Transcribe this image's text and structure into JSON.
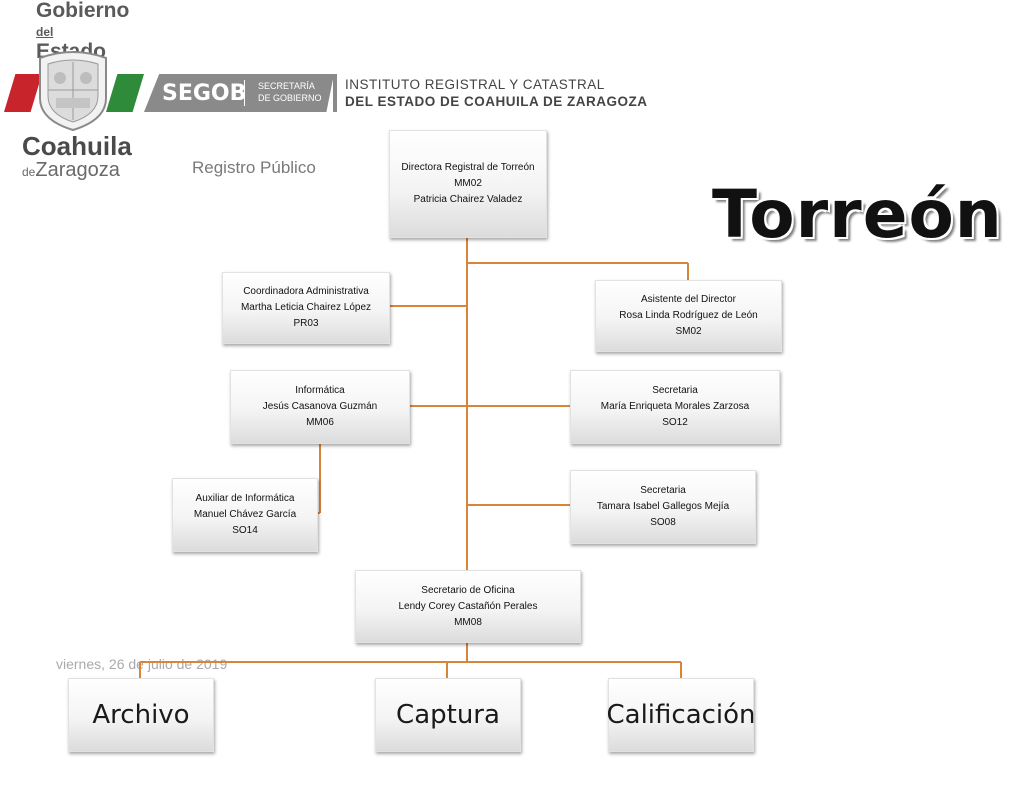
{
  "header": {
    "gobierno_line1": "Gobierno",
    "gobierno_line2_small": "del",
    "gobierno_line2": "Estado",
    "coahuila": "Coahuila",
    "zaragoza_small": "de",
    "zaragoza": "Zaragoza",
    "segob": "SEGOB",
    "secretaria_line1": "SECRETARÍA",
    "secretaria_line2": "DE GOBIERNO",
    "institute_line1": "INSTITUTO REGISTRAL Y CATASTRAL",
    "institute_line2": "DEL ESTADO DE COAHUILA DE ZARAGOZA",
    "registro": "Registro Público",
    "city_title": "Torreón",
    "date": "viernes, 26 de julio de 2019"
  },
  "colors": {
    "connector": "#d9843b",
    "brand_red": "#c8242b",
    "brand_green": "#2e8b3a"
  },
  "org": {
    "directora": [
      "Directora Registral  de Torreón",
      "MM02",
      "Patricia Chairez Valadez"
    ],
    "coordinadora": [
      "Coordinadora Administrativa",
      "Martha Leticia Chairez López",
      "PR03"
    ],
    "asistente": [
      "Asistente del Director",
      "Rosa Linda Rodríguez de León",
      "SM02"
    ],
    "informatica": [
      "Informática",
      "Jesús Casanova Guzmán",
      "MM06"
    ],
    "secretaria1": [
      "Secretaria",
      "María Enriqueta  Morales Zarzosa",
      "SO12"
    ],
    "auxiliar": [
      "Auxiliar de Informática",
      "Manuel Chávez García",
      "SO14"
    ],
    "secretaria2": [
      "Secretaria",
      "Tamara Isabel  Gallegos Mejía",
      "SO08"
    ],
    "secretario_oficina": [
      "Secretario de Oficina",
      "Lendy  Corey Castañón Perales",
      "MM08"
    ],
    "archivo": "Archivo",
    "captura": "Captura",
    "calificacion": "Calificación"
  }
}
